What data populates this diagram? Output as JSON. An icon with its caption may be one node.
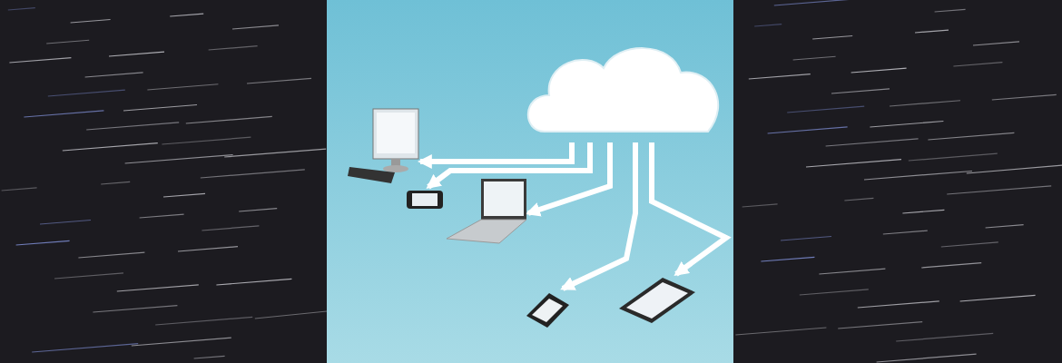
{
  "diagram": {
    "nodes": [
      {
        "text": [],
        "shape": "cloud"
      },
      {
        "text": [],
        "shape": "picture"
      },
      {
        "text": [],
        "shape": "picture"
      },
      {
        "text": [],
        "shape": "picture"
      },
      {
        "text": [],
        "shape": "picture"
      },
      {
        "text": [],
        "shape": "picture"
      }
    ],
    "edges": [
      {
        "from": 0,
        "to": 1,
        "arrow": "to"
      },
      {
        "from": 0,
        "to": 2,
        "arrow": "to"
      },
      {
        "from": 0,
        "to": 3,
        "arrow": "to"
      },
      {
        "from": 0,
        "to": 4,
        "arrow": "to"
      },
      {
        "from": 0,
        "to": 5,
        "arrow": "to"
      }
    ]
  }
}
